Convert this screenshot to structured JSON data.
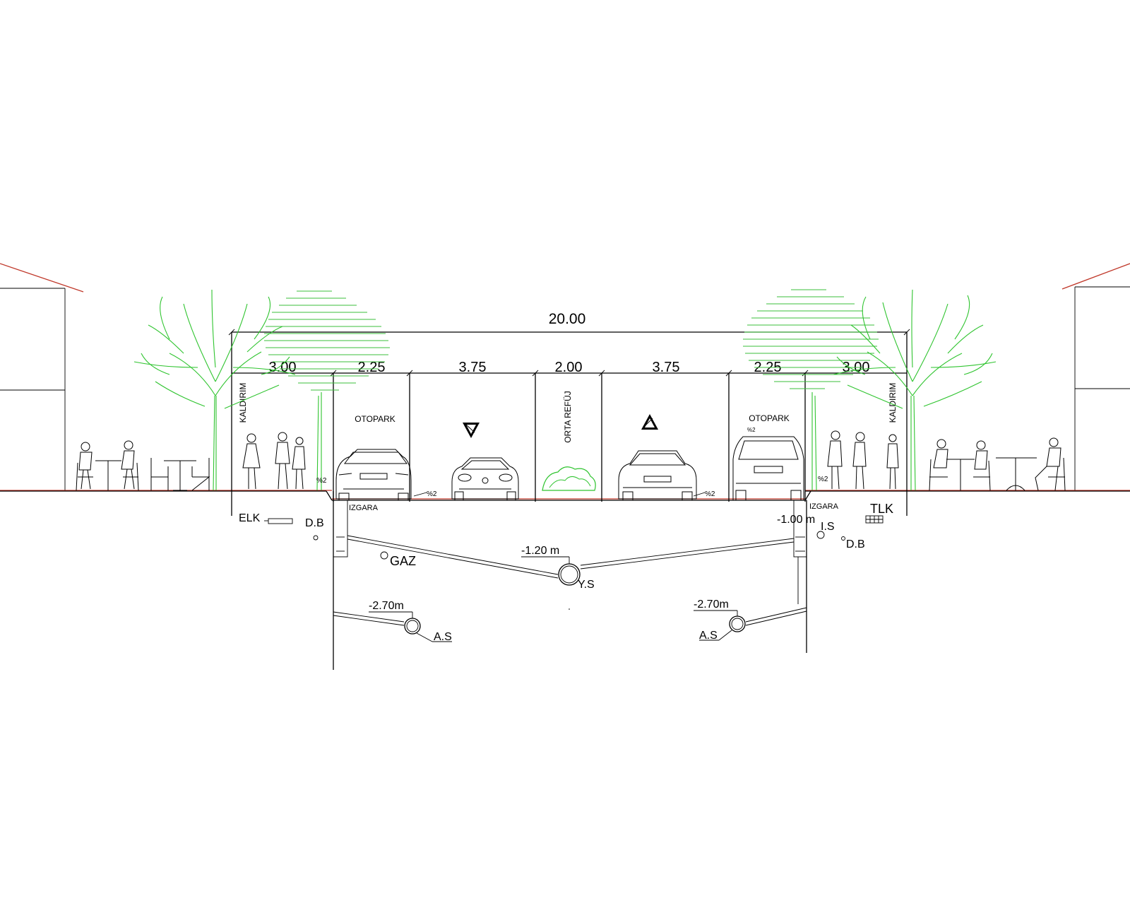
{
  "dimensions": {
    "total": "20.00",
    "segments": [
      "3.00",
      "2.25",
      "3.75",
      "2.00",
      "3.75",
      "2.25",
      "3.00"
    ]
  },
  "zones": {
    "left_sidewalk": "KALDIRIM",
    "left_parking": "OTOPARK",
    "median": "ORTA REFÜJ",
    "right_parking": "OTOPARK",
    "right_sidewalk": "KALDIRIM"
  },
  "slopes": {
    "s1": "%2",
    "s2": "%2",
    "s3": "%2",
    "s4": "%2",
    "s5": "%2"
  },
  "grates": {
    "left": "IZGARA",
    "right": "IZGARA"
  },
  "utilities": {
    "electric": "ELK",
    "drinking_water_left": "D.B",
    "drinking_water_right": "D.B",
    "gas": "GAZ",
    "telecom": "TLK",
    "irrigation": "I.S",
    "stormwater": "Y.S",
    "sewer_left": "A.S",
    "sewer_right": "A.S"
  },
  "depths": {
    "stormwater": "-1.20 m",
    "irrigation": "-1.00 m",
    "sewer_left": "-2.70m",
    "sewer_right": "-2.70m"
  },
  "colors": {
    "tree": "#2fc42f",
    "ground": "#c0392b",
    "linework": "#000000"
  }
}
